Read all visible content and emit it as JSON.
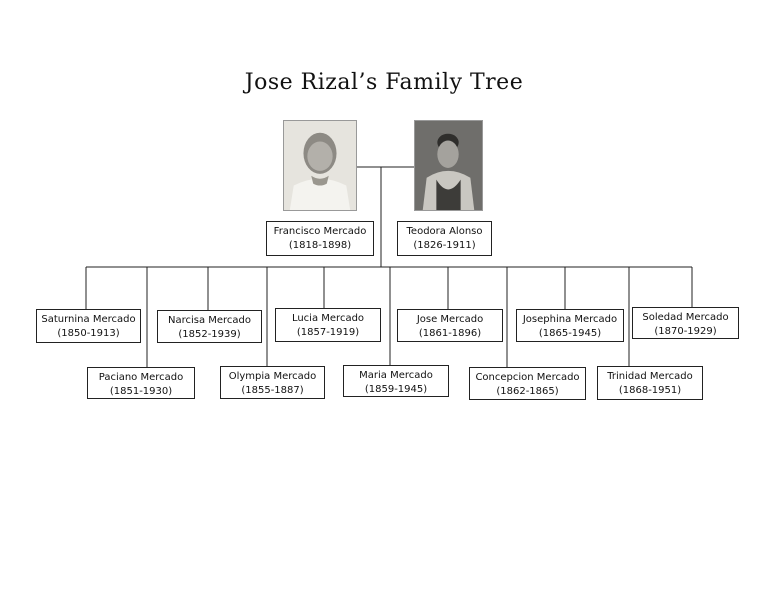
{
  "title": "Jose Rizal’s Family Tree",
  "icons": {
    "father_photo": "portrait-photo-icon",
    "mother_photo": "portrait-photo-icon"
  },
  "colors": {
    "line": "#222222",
    "box_border": "#222222"
  },
  "parents": {
    "father": {
      "name": "Francisco Mercado",
      "years": "(1818-1898)"
    },
    "mother": {
      "name": "Teodora Alonso",
      "years": "(1826-1911)"
    }
  },
  "children": [
    {
      "name": "Saturnina Mercado",
      "years": "(1850-1913)"
    },
    {
      "name": "Paciano Mercado",
      "years": "(1851-1930)"
    },
    {
      "name": "Narcisa Mercado",
      "years": "(1852-1939)"
    },
    {
      "name": "Olympia Mercado",
      "years": "(1855-1887)"
    },
    {
      "name": "Lucia Mercado",
      "years": "(1857-1919)"
    },
    {
      "name": "Maria Mercado",
      "years": "(1859-1945)"
    },
    {
      "name": "Jose Mercado",
      "years": "(1861-1896)"
    },
    {
      "name": "Concepcion Mercado",
      "years": "(1862-1865)"
    },
    {
      "name": "Josephina Mercado",
      "years": "(1865-1945)"
    },
    {
      "name": "Trinidad Mercado",
      "years": "(1868-1951)"
    },
    {
      "name": "Soledad Mercado",
      "years": "(1870-1929)"
    }
  ]
}
